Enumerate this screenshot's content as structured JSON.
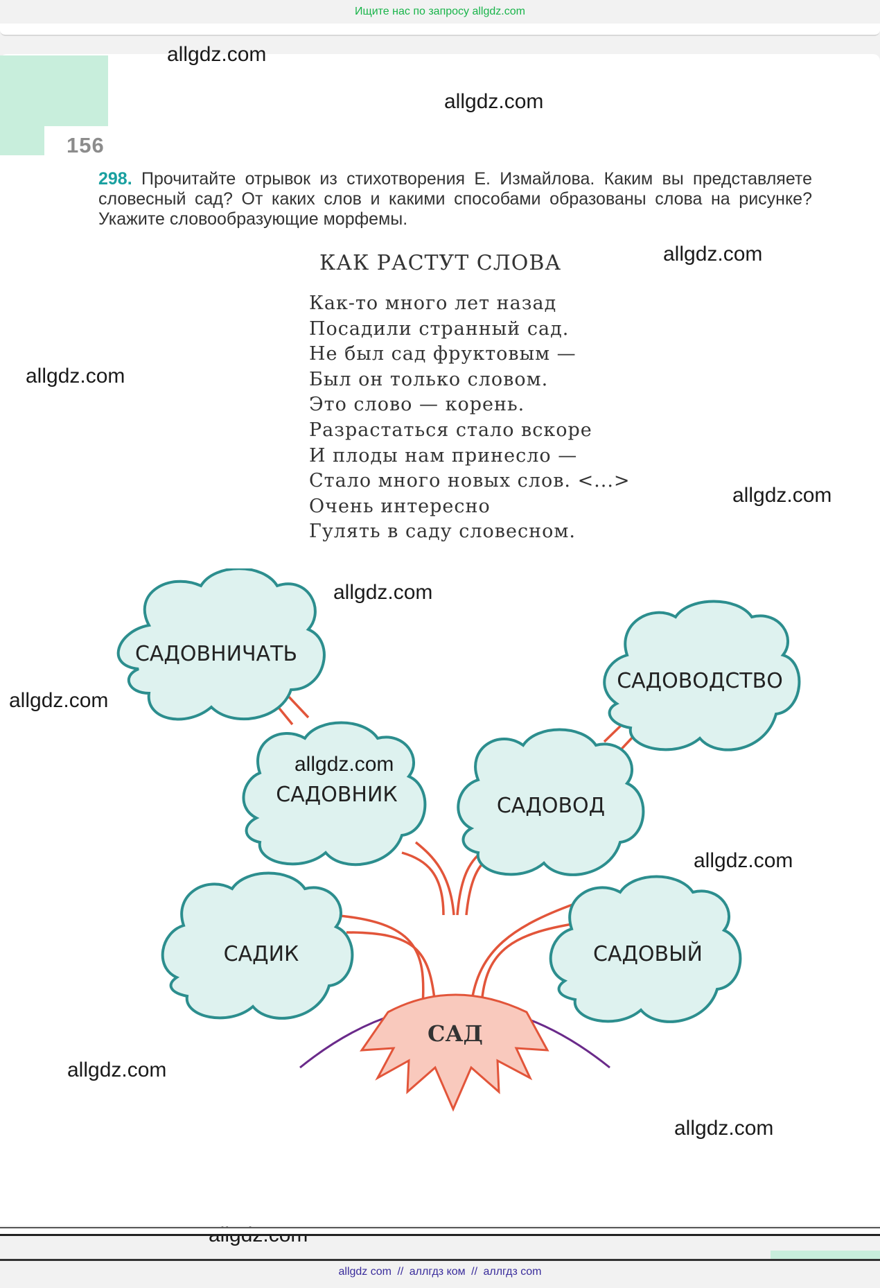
{
  "header": {
    "banner": "Ищите нас по запросу allgdz.com"
  },
  "page_number": "156",
  "task": {
    "number": "298.",
    "text": "Прочитайте отрывок из стихотворения Е. Измайлова. Каким вы представляете словесный сад? От каких слов и какими способами образованы слова на рисунке? Укажите словообразующие морфемы."
  },
  "poem": {
    "title": "КАК РАСТУТ СЛОВА",
    "lines": [
      "Как-то много лет назад",
      "Посадили странный сад.",
      "Не был сад фруктовым —",
      "Был он только словом.",
      "Это слово — корень.",
      "Разрастаться стало вскоре",
      "И плоды нам принесло —",
      "Стало много новых слов. <...>",
      "Очень интересно",
      "Гулять в саду словесном."
    ]
  },
  "tree": {
    "root": "САД",
    "clouds": [
      "САДОВНИЧАТЬ",
      "САДОВОДСТВО",
      "САДОВНИК",
      "САДОВОД",
      "САДИК",
      "САДОВЫЙ"
    ]
  },
  "watermark": "allgdz.com",
  "footer": {
    "links": [
      "allgdz com",
      "аллгдз ком",
      "аллгдз com"
    ],
    "separator": "//"
  },
  "colors": {
    "cloud_fill": "#def2ef",
    "cloud_stroke": "#2c8e8e",
    "branch": "#e2553a",
    "root_fill": "#f9c9bd",
    "arc": "#6a2a8a",
    "accent": "#19a0a0"
  }
}
